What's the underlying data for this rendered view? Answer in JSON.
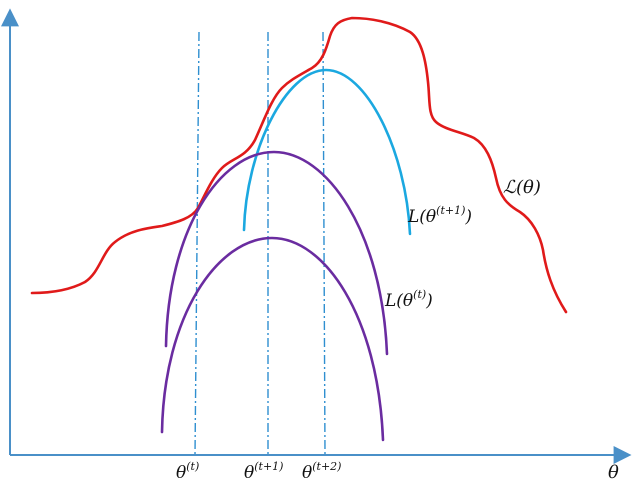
{
  "axes": {
    "x_label": "θ",
    "color": "#4a90c8"
  },
  "curves": {
    "true_objective": {
      "label_main": "ℒ(θ)",
      "color": "#e01a1a"
    },
    "upper_bound": {
      "label_main": "L(θ",
      "label_sup": "(t+1)",
      "label_close": ")",
      "color": "#1ba8e0"
    },
    "lower_bound": {
      "label_main": "L(θ",
      "label_sup": "(t)",
      "label_close": ")",
      "color": "#6a2ca0"
    }
  },
  "markers": [
    {
      "base": "θ",
      "sup": "(t)"
    },
    {
      "base": "θ",
      "sup": "(t+1)"
    },
    {
      "base": "θ",
      "sup": "(t+2)"
    }
  ],
  "colors": {
    "dash_line": "#2f8fd0"
  }
}
